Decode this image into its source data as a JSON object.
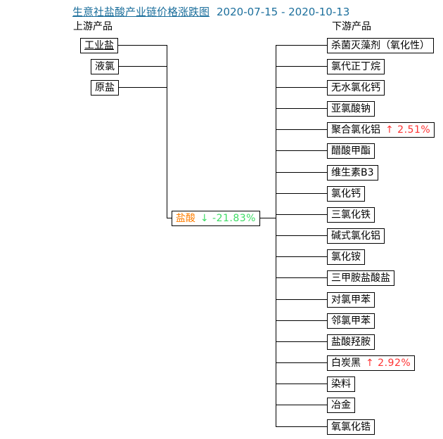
{
  "title": {
    "text": "生意社盐酸产业链价格涨跌图",
    "date_range": "2020-07-15 - 2020-10-13"
  },
  "column_headers": {
    "upstream": "上游产品",
    "downstream": "下游产品"
  },
  "upstream_products": [
    {
      "name": "工业盐",
      "link": true
    },
    {
      "name": "液氯"
    },
    {
      "name": "原盐"
    }
  ],
  "center_product": {
    "name": "盐酸",
    "change": "↓ -21.83%",
    "direction": "down"
  },
  "downstream_products": [
    {
      "name": "杀菌灭藻剂（氧化性）"
    },
    {
      "name": "氯代正丁烷"
    },
    {
      "name": "无水氯化钙"
    },
    {
      "name": "亚氯酸钠"
    },
    {
      "name": "聚合氯化铝",
      "change": "↑ 2.51%",
      "direction": "up"
    },
    {
      "name": "醋酸甲酯"
    },
    {
      "name": "维生素B3"
    },
    {
      "name": "氯化钙"
    },
    {
      "name": "三氯化铁"
    },
    {
      "name": "碱式氯化铝"
    },
    {
      "name": "氯化铵"
    },
    {
      "name": "三甲胺盐酸盐"
    },
    {
      "name": "对氯甲苯"
    },
    {
      "name": "邻氯甲苯"
    },
    {
      "name": "盐酸羟胺"
    },
    {
      "name": "白炭黑",
      "change": "↑ 2.92%",
      "direction": "up"
    },
    {
      "name": "染料"
    },
    {
      "name": "冶金"
    },
    {
      "name": "氧氯化锆"
    }
  ],
  "colors": {
    "title_blue": "#1c6f9c",
    "up_red": "#ff3232",
    "down_green": "#3ddc64",
    "center_orange": "#ff7e00",
    "line": "#000000"
  }
}
